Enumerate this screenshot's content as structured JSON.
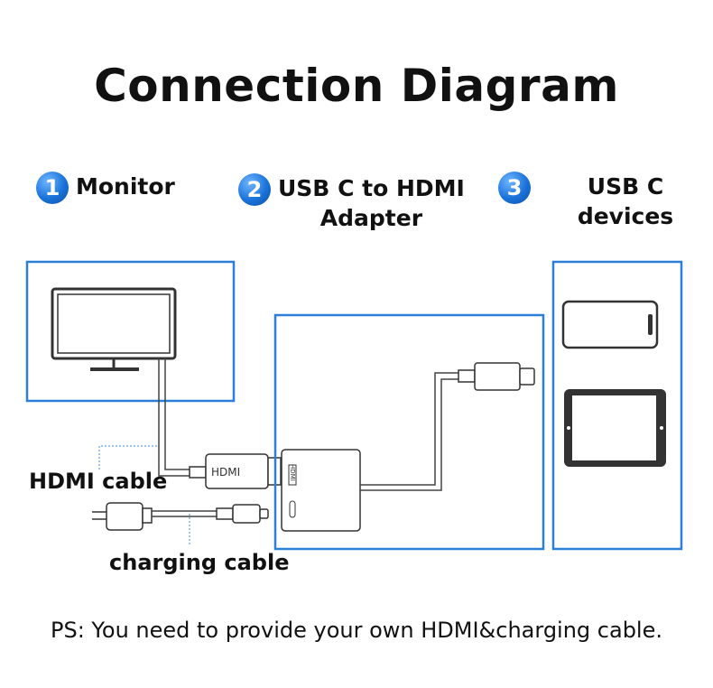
{
  "title": "Connection Diagram",
  "steps": [
    {
      "number": "1",
      "label": "Monitor"
    },
    {
      "number": "2",
      "label_line1": "USB C to HDMI",
      "label_line2": "Adapter"
    },
    {
      "number": "3",
      "label": "USB C devices"
    }
  ],
  "labels": {
    "hdmi_plug": "HDMI",
    "adapter_port": "HDMI",
    "hdmi_cable": "HDMI cable",
    "charging_cable": "charging cable"
  },
  "note": "PS: You need to provide your own HDMI&charging cable.",
  "colors": {
    "box_border": "#2b7fd8",
    "badge": "#1a73d9",
    "line": "#333333"
  },
  "icons": [
    "monitor-icon",
    "hdmi-plug-icon",
    "usb-c-plug-icon",
    "power-adapter-icon",
    "adapter-hub-icon",
    "phone-icon",
    "tablet-icon"
  ]
}
